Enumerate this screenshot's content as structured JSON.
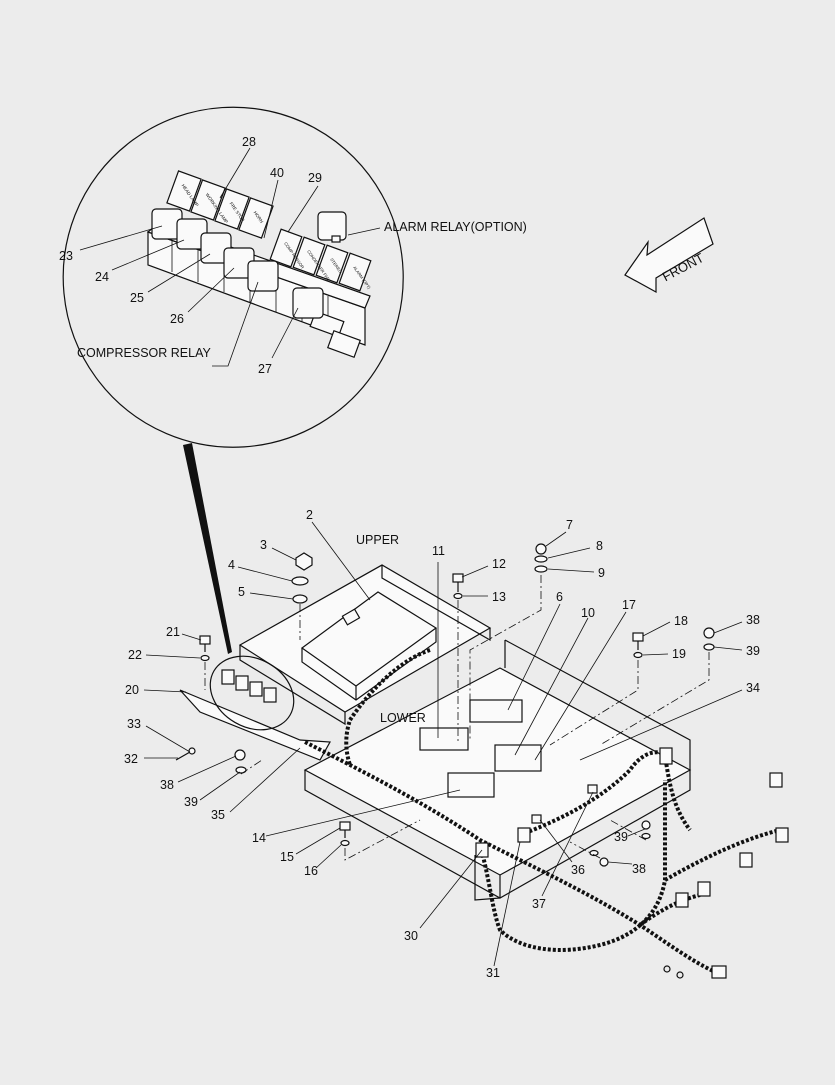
{
  "labels": {
    "upper": "UPPER",
    "lower": "LOWER",
    "front": "FRONT",
    "alarm_relay": "ALARM RELAY(OPTION)",
    "compressor_relay": "COMPRESSOR RELAY"
  },
  "callouts": [
    "2",
    "3",
    "4",
    "5",
    "6",
    "7",
    "8",
    "9",
    "10",
    "11",
    "12",
    "13",
    "14",
    "15",
    "16",
    "17",
    "18",
    "19",
    "20",
    "21",
    "22",
    "23",
    "24",
    "25",
    "26",
    "27",
    "28",
    "29",
    "30",
    "31",
    "32",
    "33",
    "34",
    "35",
    "36",
    "37",
    "38",
    "39",
    "40"
  ],
  "fuse_tags": {
    "left": [
      "HEAD LAMP",
      "WORKING LAMP",
      "FRE STOP",
      "HORN"
    ],
    "right": [
      "COMP RESSOR",
      "CONDENSER FAN",
      "STEREO",
      "ALARM (OPT)"
    ]
  },
  "colors": {
    "line": "#111111",
    "paper": "#ececec",
    "part_fill": "#fafafa"
  }
}
